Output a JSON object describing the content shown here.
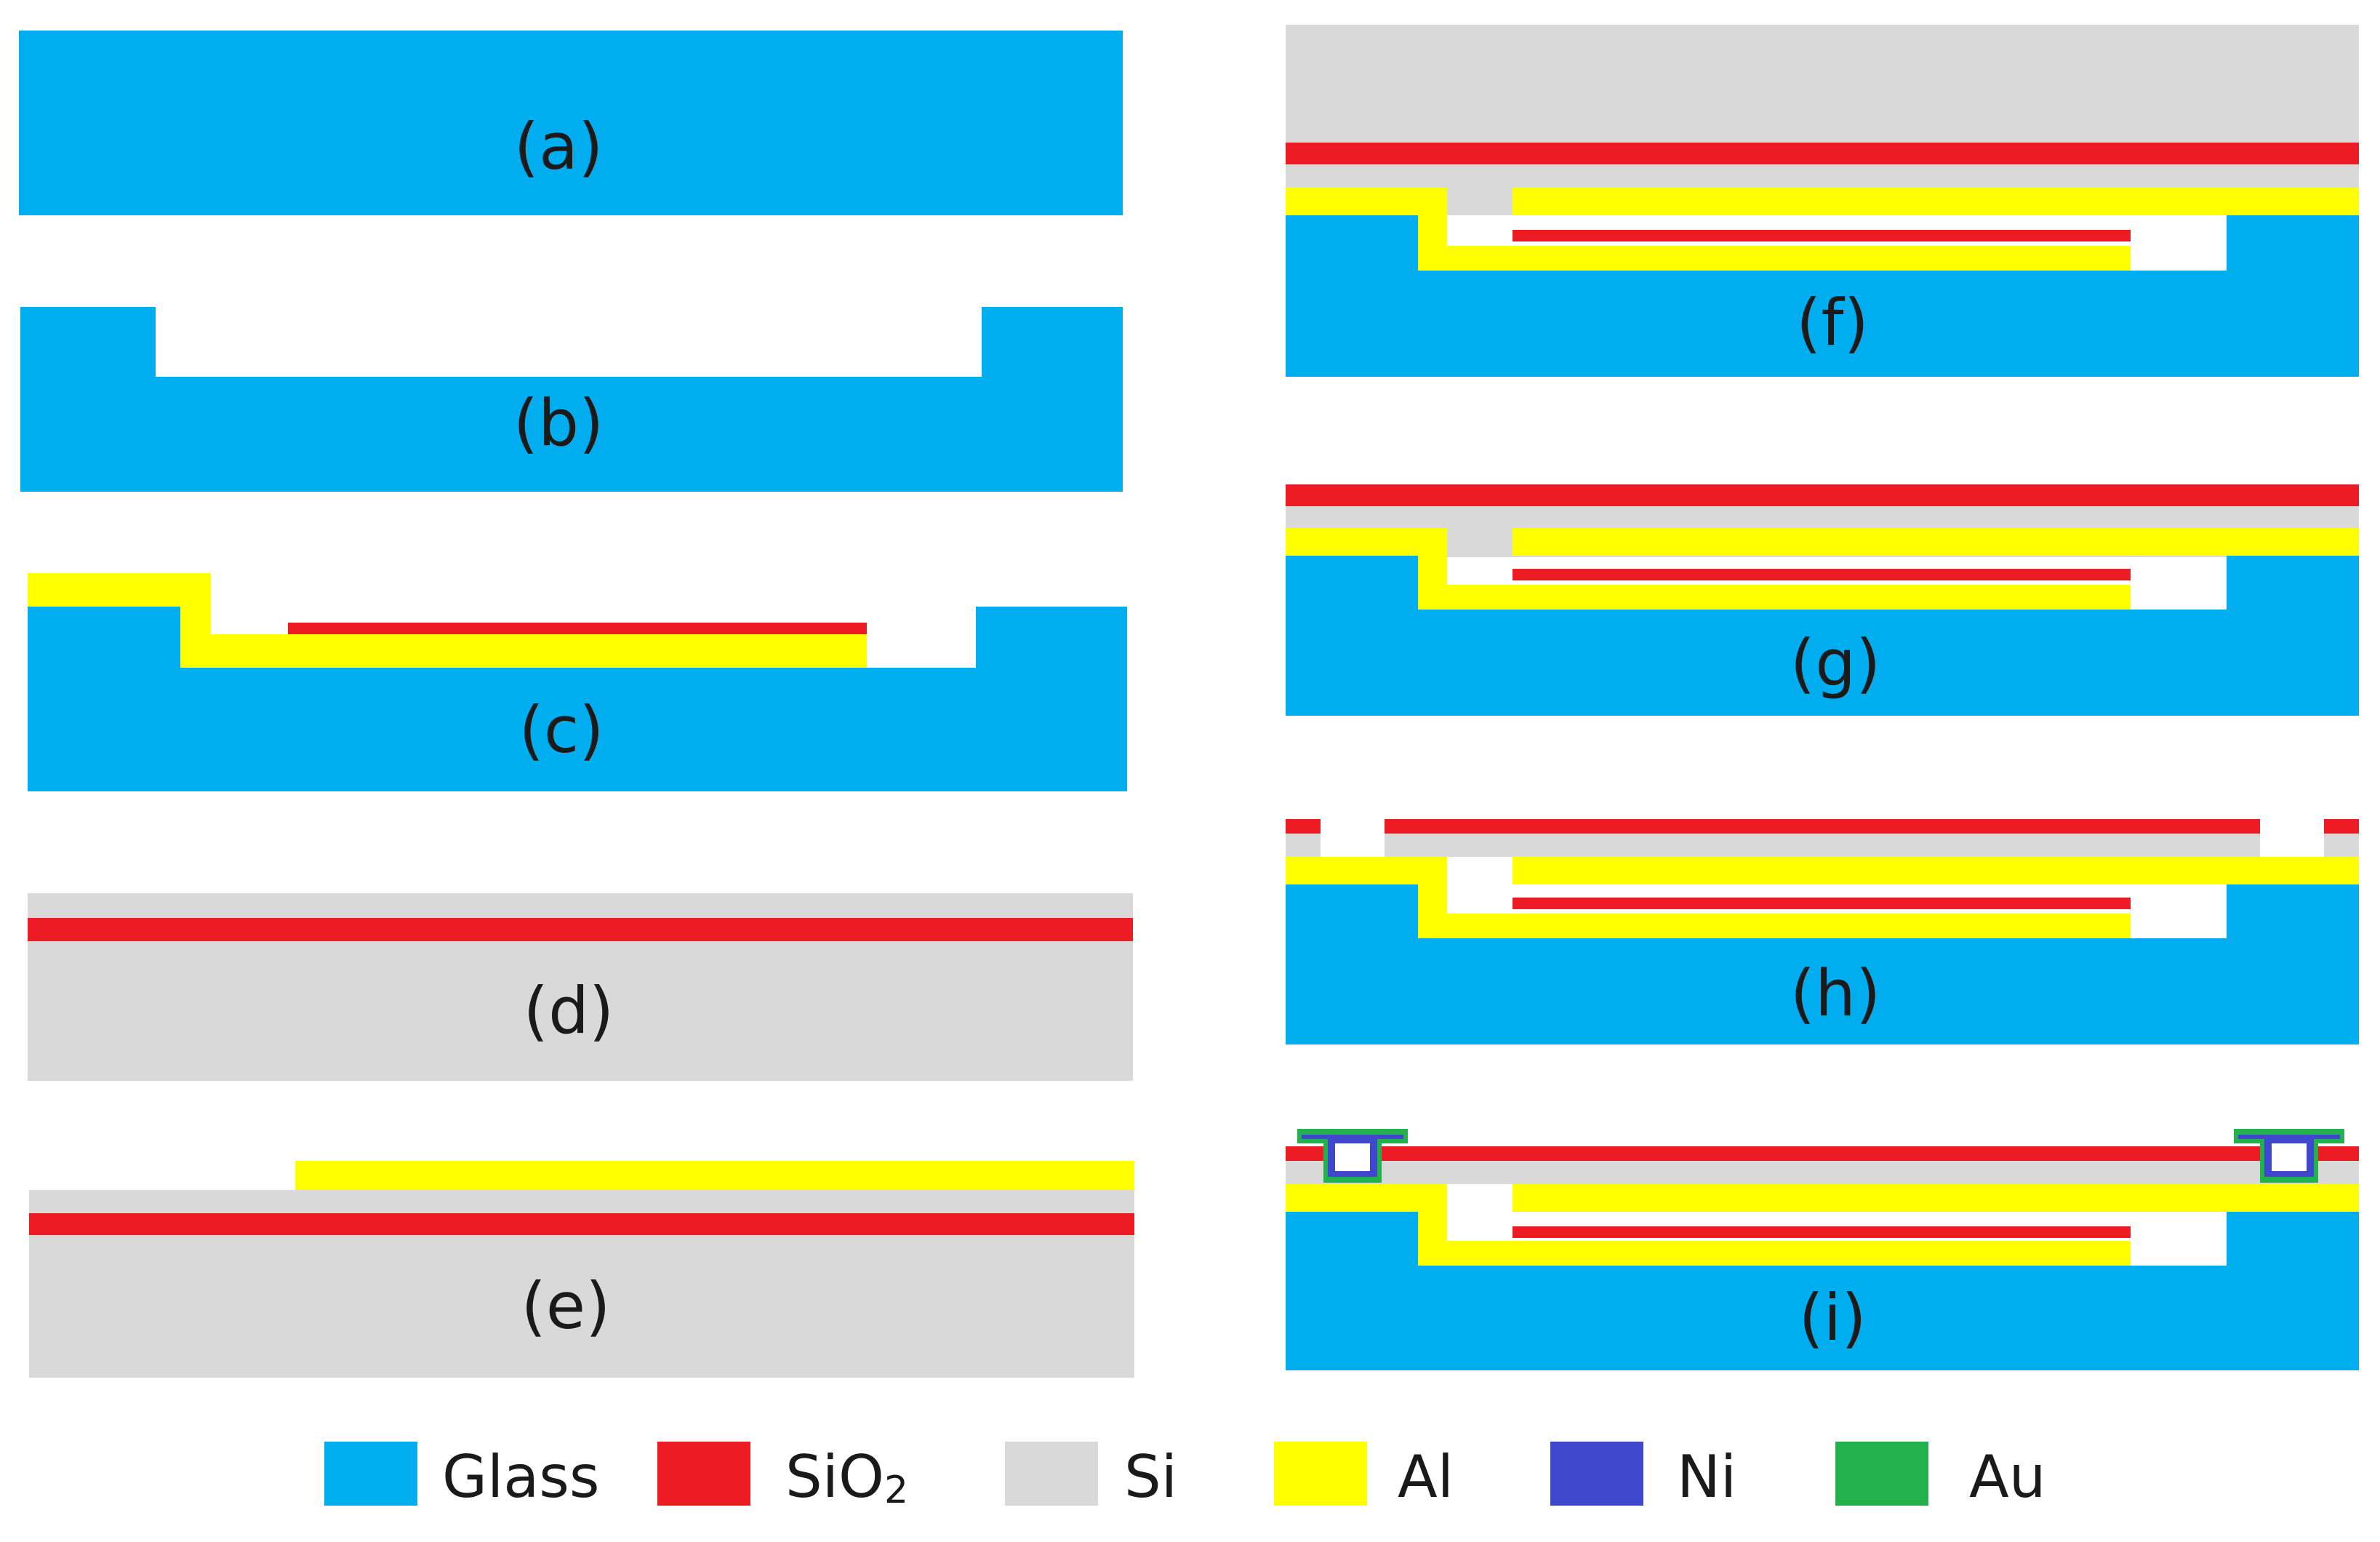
{
  "colors": {
    "glass": "#00aeef",
    "sio2": "#ed1c24",
    "si": "#d9d9d9",
    "al": "#ffff00",
    "ni": "#3f48cc",
    "au": "#22b14c",
    "background": "#ffffff"
  },
  "steps": {
    "a": "(a)",
    "b": "(b)",
    "c": "(c)",
    "d": "(d)",
    "e": "(e)",
    "f": "(f)",
    "g": "(g)",
    "h": "(h)",
    "i": "(i)"
  },
  "legend": {
    "glass": "Glass",
    "sio2_base": "SiO",
    "sio2_sub": "2",
    "si": "Si",
    "al": "Al",
    "ni": "Ni",
    "au": "Au"
  }
}
